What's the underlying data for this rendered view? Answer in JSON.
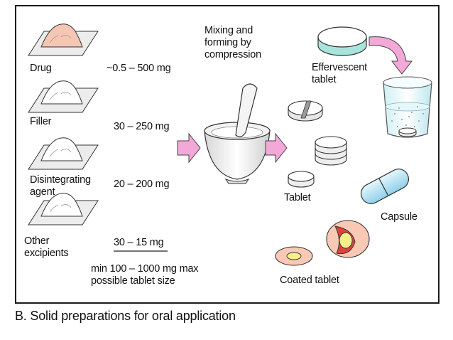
{
  "ingredients": [
    {
      "name": "Drug",
      "amount": "~0.5 – 500 mg"
    },
    {
      "name": "Filler",
      "amount": "30 – 250 mg"
    },
    {
      "name": "Disintegrating\nagent",
      "amount": "20 – 200 mg"
    },
    {
      "name": "Other\nexcipients",
      "amount": "30 –   15 mg"
    }
  ],
  "size_note": "min 100 – 1000 mg max\npossible tablet size",
  "process_label": "Mixing and\nforming by\ncompression",
  "products": {
    "effervescent": "Effervescent\ntablet",
    "tablet": "Tablet",
    "capsule": "Capsule",
    "coated": "Coated tablet"
  },
  "caption": "B. Solid preparations for oral application",
  "colors": {
    "drug_powder": "#f4c6b4",
    "arrow_fill": "#f4a8d8",
    "effervescent_side": "#a8e4dc",
    "capsule_fill": "#bfe6f4",
    "coated_outer": "#f9c9b6",
    "coated_core": "#f6ef8a",
    "coated_ring": "#d9433a"
  }
}
